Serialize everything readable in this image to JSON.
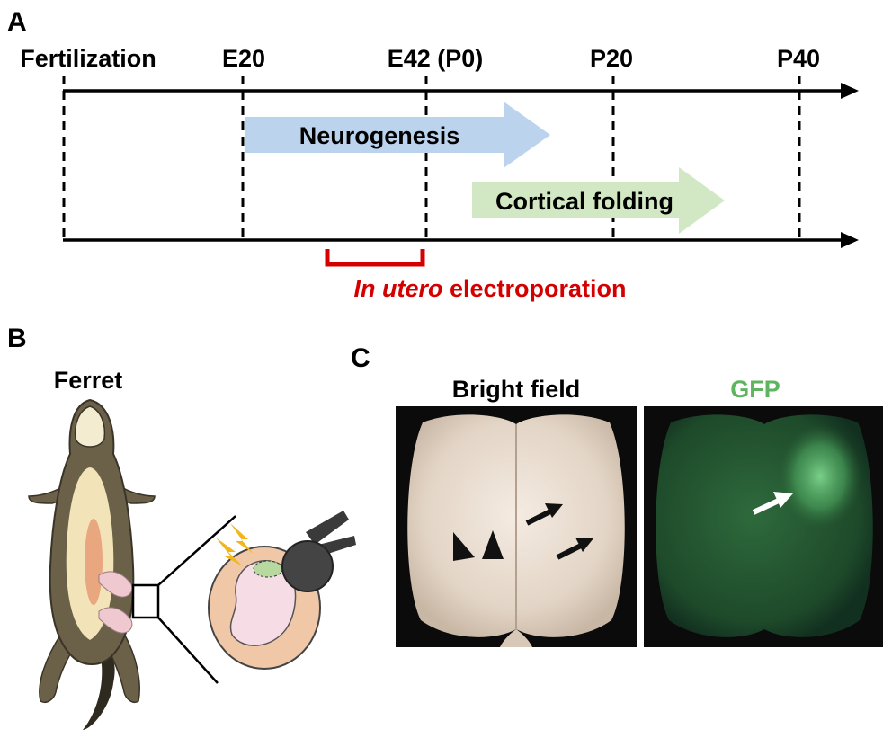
{
  "panel_a": {
    "label": "A",
    "timepoints": [
      "Fertilization",
      "E20",
      "E42 (P0)",
      "P20",
      "P40"
    ],
    "processes": [
      {
        "label": "Neurogenesis",
        "color": "#bcd3ee"
      },
      {
        "label": "Cortical folding",
        "color": "#d2e8c4"
      }
    ],
    "procedure": {
      "label_italic": "In utero",
      "label_rest": "electroporation",
      "color": "#d40000"
    }
  },
  "panel_b": {
    "label": "B",
    "animal": "Ferret"
  },
  "panel_c": {
    "label": "C",
    "images": [
      {
        "label": "Bright field",
        "label_color": "#000000"
      },
      {
        "label": "GFP",
        "label_color": "#5fb55f"
      }
    ]
  }
}
